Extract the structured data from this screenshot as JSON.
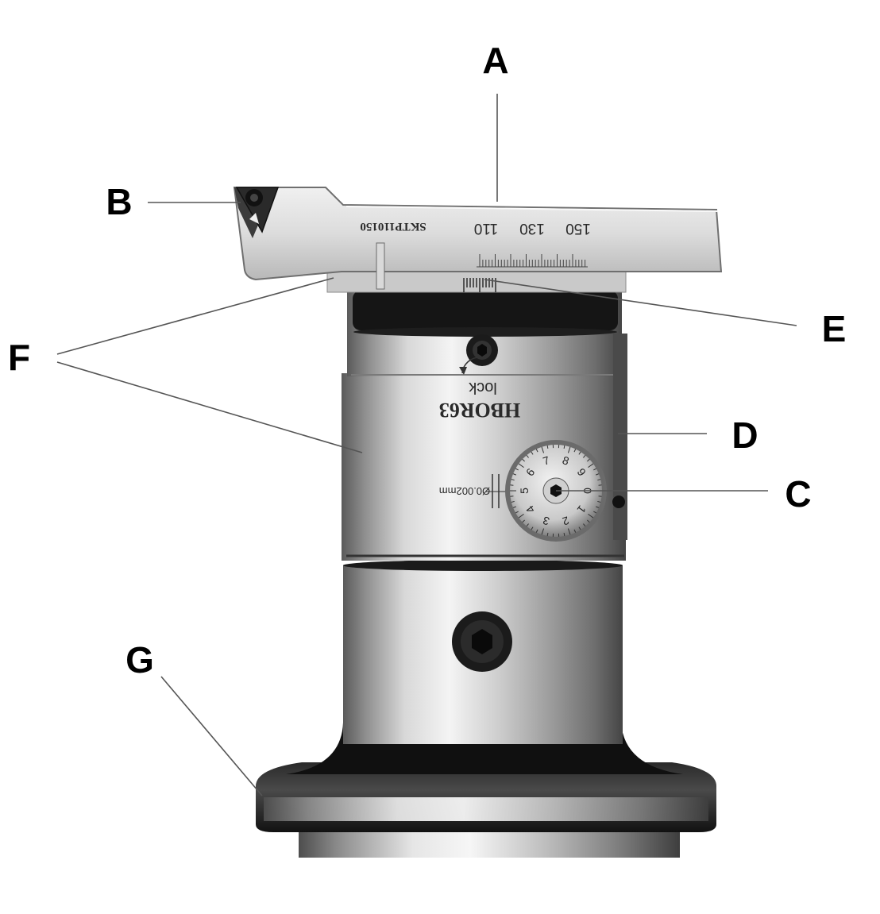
{
  "labels": {
    "A": "A",
    "B": "B",
    "C": "C",
    "D": "D",
    "E": "E",
    "F": "F",
    "G": "G"
  },
  "engravings": {
    "insert_holder_code": "SKTP110150",
    "scale_110": "110",
    "scale_130": "130",
    "scale_150": "150",
    "body_model": "HBOR63",
    "lock_text": "lock",
    "dial_resolution": "Ø0.002mm",
    "dial_digits": [
      "0",
      "1",
      "2",
      "3",
      "4",
      "5",
      "6",
      "7",
      "8",
      "9"
    ]
  },
  "colors": {
    "steel_light": "#e9e9e9",
    "steel_mid": "#a9a9a9",
    "steel_dark": "#3a3a3a",
    "black_band": "#151515",
    "leader_line": "#555555"
  }
}
